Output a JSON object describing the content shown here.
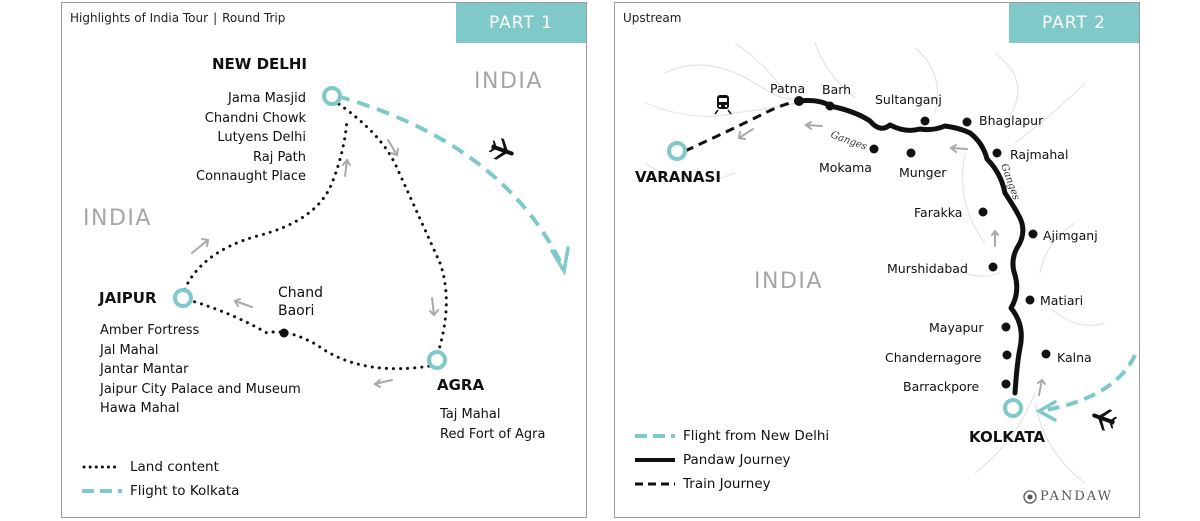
{
  "part1": {
    "header_title": "Highlights of India Tour",
    "header_subtitle": "Round Trip",
    "part_label": "PART 1",
    "country_labels": [
      "INDIA",
      "INDIA"
    ],
    "cities": {
      "new_delhi": {
        "name": "NEW DELHI",
        "sights": [
          "Jama Masjid",
          "Chandni Chowk",
          "Lutyens Delhi",
          "Raj Path",
          "Connaught Place"
        ]
      },
      "jaipur": {
        "name": "JAIPUR",
        "sights": [
          "Amber Fortress",
          "Jal Mahal",
          "Jantar Mantar",
          "Jaipur City Palace and Museum",
          "Hawa Mahal"
        ]
      },
      "agra": {
        "name": "AGRA",
        "sights": [
          "Taj Mahal",
          "Red Fort of Agra"
        ]
      },
      "chand_baori": {
        "name_line1": "Chand",
        "name_line2": "Baori"
      }
    },
    "legend": [
      "Land content",
      "Flight to Kolkata"
    ]
  },
  "part2": {
    "header_title": "Upstream",
    "part_label": "PART 2",
    "country_label": "INDIA",
    "river_labels": [
      "Ganges",
      "Ganges"
    ],
    "cities": {
      "varanasi": "VARANASI",
      "kolkata": "KOLKATA"
    },
    "places": [
      "Patna",
      "Barh",
      "Sultanganj",
      "Bhaglapur",
      "Mokama",
      "Munger",
      "Rajmahal",
      "Farakka",
      "Ajimganj",
      "Murshidabad",
      "Matiari",
      "Mayapur",
      "Chandernagore",
      "Kalna",
      "Barrackpore"
    ],
    "legend": [
      "Flight from New Delhi",
      "Pandaw Journey",
      "Train Journey"
    ],
    "brand": "PANDAW"
  },
  "colors": {
    "accent": "#7fcac8",
    "route": "#111111",
    "arrow": "#a9a9a9",
    "country": "#a6a6a6"
  },
  "icons": [
    "airplane-icon",
    "train-icon",
    "pandaw-logo-icon"
  ]
}
